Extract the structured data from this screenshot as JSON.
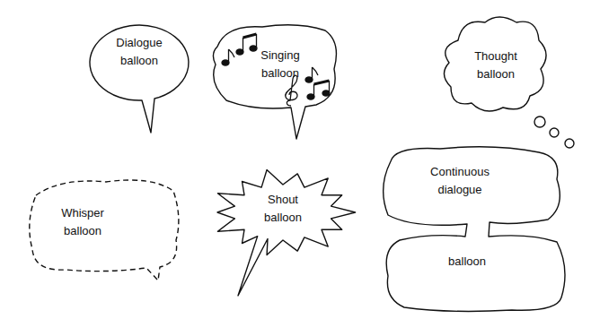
{
  "diagram": {
    "nodes": [
      {
        "text": [
          "Dialogue balloon"
        ]
      },
      {
        "text": [
          "Singing balloon"
        ]
      },
      {
        "text": [
          "Thought balloon"
        ]
      },
      {
        "text": [
          "Continuous dialogue",
          "balloon"
        ]
      },
      {
        "text": [
          "Whisper balloon"
        ]
      },
      {
        "text": [
          "Shout balloon"
        ]
      }
    ]
  }
}
